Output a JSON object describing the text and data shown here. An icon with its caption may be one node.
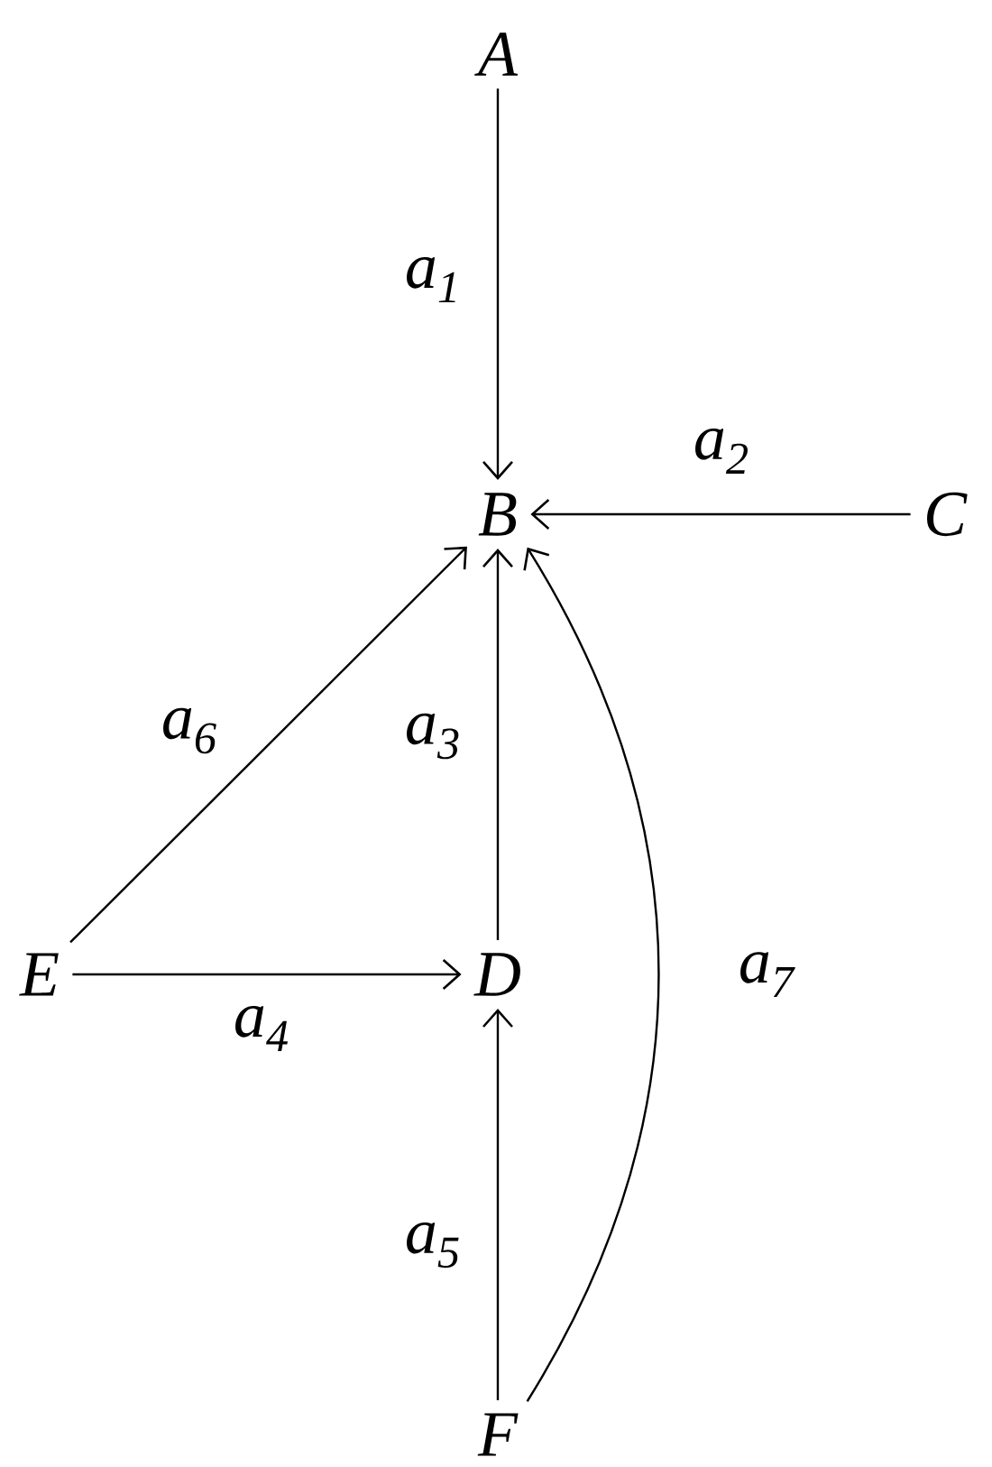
{
  "diagram": {
    "nodes": [
      {
        "text": [
          "A"
        ]
      },
      {
        "text": [
          "B"
        ]
      },
      {
        "text": [
          "C"
        ]
      },
      {
        "text": [
          "D"
        ]
      },
      {
        "text": [
          "E"
        ]
      },
      {
        "text": [
          "F"
        ]
      }
    ],
    "edges": [
      {
        "from": 0,
        "to": 1,
        "arrow": "to",
        "label": "a$_{1}$"
      },
      {
        "from": 2,
        "to": 1,
        "arrow": "to",
        "label": "a$_{2}$"
      },
      {
        "from": 3,
        "to": 1,
        "arrow": "to",
        "label": "a$_{3}$"
      },
      {
        "from": 4,
        "to": 3,
        "arrow": "to",
        "label": "a$_{4}$"
      },
      {
        "from": 5,
        "to": 3,
        "arrow": "to",
        "label": "a$_{5}$"
      },
      {
        "from": 4,
        "to": 1,
        "arrow": "to",
        "label": "a$_{6}$"
      },
      {
        "from": 5,
        "to": 1,
        "arrow": "to",
        "label": "a$_{7}$"
      }
    ]
  }
}
